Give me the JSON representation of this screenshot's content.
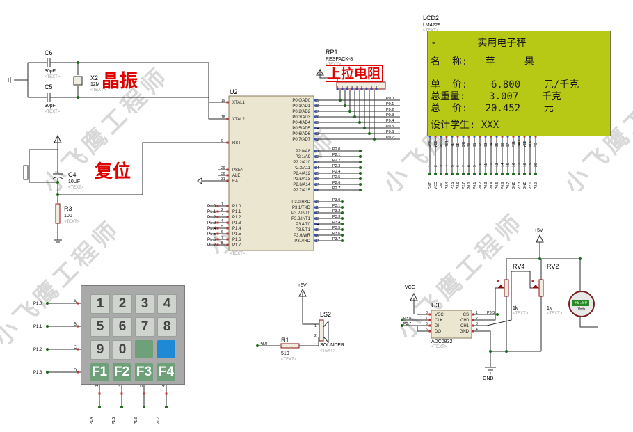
{
  "watermark": "小飞鹰工程师",
  "annotations": {
    "crystal": "晶振",
    "pullup": "上拉电阻",
    "reset": "复位"
  },
  "components": {
    "c6": {
      "ref": "C6",
      "val": "30pF",
      "txt": "<TEXT>"
    },
    "c5": {
      "ref": "C5",
      "val": "30pF",
      "txt": "<TEXT>"
    },
    "x2": {
      "ref": "X2",
      "val": "12M",
      "txt": "<TEXT>"
    },
    "c4": {
      "ref": "C4",
      "val": "10UF",
      "txt": "<TEXT>"
    },
    "r3": {
      "ref": "R3",
      "val": "100",
      "txt": "<TEXT>"
    },
    "rp1": {
      "ref": "RP1",
      "val": "RESPACK-8",
      "txt": "<TEXT>"
    },
    "u2": {
      "ref": "U2",
      "txt": "<TEXT>"
    },
    "lcd2": {
      "ref": "LCD2",
      "val": "LM4229",
      "txt": "<TEXT>"
    },
    "r1": {
      "ref": "R1",
      "val": "510",
      "txt": "<TEXT>"
    },
    "ls2": {
      "ref": "LS2",
      "val": "SOUNDER",
      "txt": "<TEXT>"
    },
    "u3": {
      "ref": "U3",
      "val": "ADC0832",
      "txt": "<TEXT>"
    },
    "rv4": {
      "ref": "RV4",
      "val": "1k",
      "txt": "<TEXT>"
    },
    "rv2": {
      "ref": "RV2",
      "val": "1k",
      "txt": "<TEXT>"
    },
    "volt": {
      "reading": "+5.00",
      "unit": "Volts"
    }
  },
  "power": {
    "vcc5": "+5V",
    "vcc": "VCC",
    "gnd": "GND"
  },
  "u2_left_pins": [
    {
      "num": "19",
      "name": "XTAL1"
    },
    {
      "num": "18",
      "name": "XTAL2"
    },
    {
      "num": "9",
      "name": "RST"
    },
    {
      "num": "29",
      "name": "PSEN"
    },
    {
      "num": "30",
      "name": "ALE"
    },
    {
      "num": "31",
      "name": "EA"
    },
    {
      "num": "1",
      "name": "P1.0"
    },
    {
      "num": "2",
      "name": "P1.1"
    },
    {
      "num": "3",
      "name": "P1.2"
    },
    {
      "num": "4",
      "name": "P1.3"
    },
    {
      "num": "5",
      "name": "P1.4"
    },
    {
      "num": "6",
      "name": "P1.5"
    },
    {
      "num": "7",
      "name": "P1.6"
    },
    {
      "num": "8",
      "name": "P1.7"
    }
  ],
  "u2_right_pins": [
    {
      "num": "39",
      "name": "P0.0/AD0",
      "net": "P0.0"
    },
    {
      "num": "38",
      "name": "P0.1/AD1",
      "net": "P0.1"
    },
    {
      "num": "37",
      "name": "P0.2/AD2",
      "net": "P0.2"
    },
    {
      "num": "36",
      "name": "P0.3/AD3",
      "net": "P0.3"
    },
    {
      "num": "35",
      "name": "P0.4/AD4",
      "net": "P0.4"
    },
    {
      "num": "34",
      "name": "P0.5/AD5",
      "net": "P0.5"
    },
    {
      "num": "33",
      "name": "P0.6/AD6",
      "net": "P0.6"
    },
    {
      "num": "32",
      "name": "P0.7/AD7",
      "net": "P0.7"
    },
    {
      "num": "21",
      "name": "P2.0/A8",
      "net": "P2.0"
    },
    {
      "num": "22",
      "name": "P2.1/A9",
      "net": "P2.1"
    },
    {
      "num": "23",
      "name": "P2.2/A10",
      "net": "P2.2"
    },
    {
      "num": "24",
      "name": "P2.3/A11",
      "net": "P2.3"
    },
    {
      "num": "25",
      "name": "P2.4/A12",
      "net": "P2.4"
    },
    {
      "num": "26",
      "name": "P2.5/A13",
      "net": "P2.5"
    },
    {
      "num": "27",
      "name": "P2.6/A14",
      "net": "P2.6"
    },
    {
      "num": "28",
      "name": "P2.7/A15",
      "net": "P2.7"
    },
    {
      "num": "10",
      "name": "P3.0/RXD",
      "net": "P3.0"
    },
    {
      "num": "11",
      "name": "P3.1/TXD",
      "net": "P3.1"
    },
    {
      "num": "12",
      "name": "P3.2/INT0",
      "net": "P3.2"
    },
    {
      "num": "13",
      "name": "P3.3/INT1",
      "net": "P3.3"
    },
    {
      "num": "14",
      "name": "P3.4/T0",
      "net": "P3.4"
    },
    {
      "num": "15",
      "name": "P3.5/T1",
      "net": "P3.5"
    },
    {
      "num": "16",
      "name": "P3.6/WR",
      "net": "P3.6"
    },
    {
      "num": "17",
      "name": "P3.7/RD",
      "net": "P3.7"
    }
  ],
  "lcd_pins": [
    "VSS",
    "VDD",
    "VO",
    "RST",
    "RD",
    "CE",
    "C/D",
    "D0",
    "D1",
    "D2",
    "D3",
    "D4",
    "D5",
    "D6",
    "D7",
    "FS1",
    "HALT",
    "VEE",
    "MD2",
    "FS"
  ],
  "lcd_nets": [
    "GND",
    "VCC",
    "GND",
    "P2.4",
    "P2.5",
    "P2.6",
    "P2.7",
    "P0.0",
    "P0.1",
    "P0.2",
    "P0.3",
    "P0.4",
    "P0.5",
    "P0.6",
    "P0.7",
    "GND",
    "P2.3",
    "GND",
    "P2.1",
    "P2.0"
  ],
  "lcd_screen": {
    "line1": "-       实用电子秤",
    "line2": "名  称:   苹     果",
    "line3": "单  价:    6.800    元/千克",
    "line4": "总重量:    3.007    千克",
    "line5": "总  价:   20.452    元",
    "line6": "设计学生: XXX"
  },
  "keypad": {
    "rows": [
      {
        "net": "P1.0",
        "letter": "A"
      },
      {
        "net": "P1.1",
        "letter": "B"
      },
      {
        "net": "P1.2",
        "letter": "C"
      },
      {
        "net": "P1.3",
        "letter": "D"
      }
    ],
    "cols": [
      {
        "num": "1",
        "net": "P1.4"
      },
      {
        "num": "2",
        "net": "P1.5"
      },
      {
        "num": "3",
        "net": "P1.6"
      },
      {
        "num": "4",
        "net": "P1.7"
      }
    ],
    "keys": [
      [
        "1",
        "2",
        "3",
        "4"
      ],
      [
        "5",
        "6",
        "7",
        "8"
      ],
      [
        "9",
        "0",
        "",
        ""
      ],
      [
        "F1",
        "F2",
        "F3",
        "F4"
      ]
    ]
  },
  "u3_left_pins": [
    {
      "num": "8",
      "name": "VCC"
    },
    {
      "num": "7",
      "name": "CLK",
      "net": "P3.6"
    },
    {
      "num": "6",
      "name": "DI",
      "net": "P3.7"
    },
    {
      "num": "5",
      "name": "DO"
    }
  ],
  "u3_right_pins": [
    {
      "num": "1",
      "name": "CS",
      "net": "P3.5"
    },
    {
      "num": "2",
      "name": "CH0"
    },
    {
      "num": "3",
      "name": "CH1"
    },
    {
      "num": "4",
      "name": "GND"
    }
  ],
  "r1_net": "P3.0",
  "buzzer_pins": [
    "1",
    "2"
  ]
}
